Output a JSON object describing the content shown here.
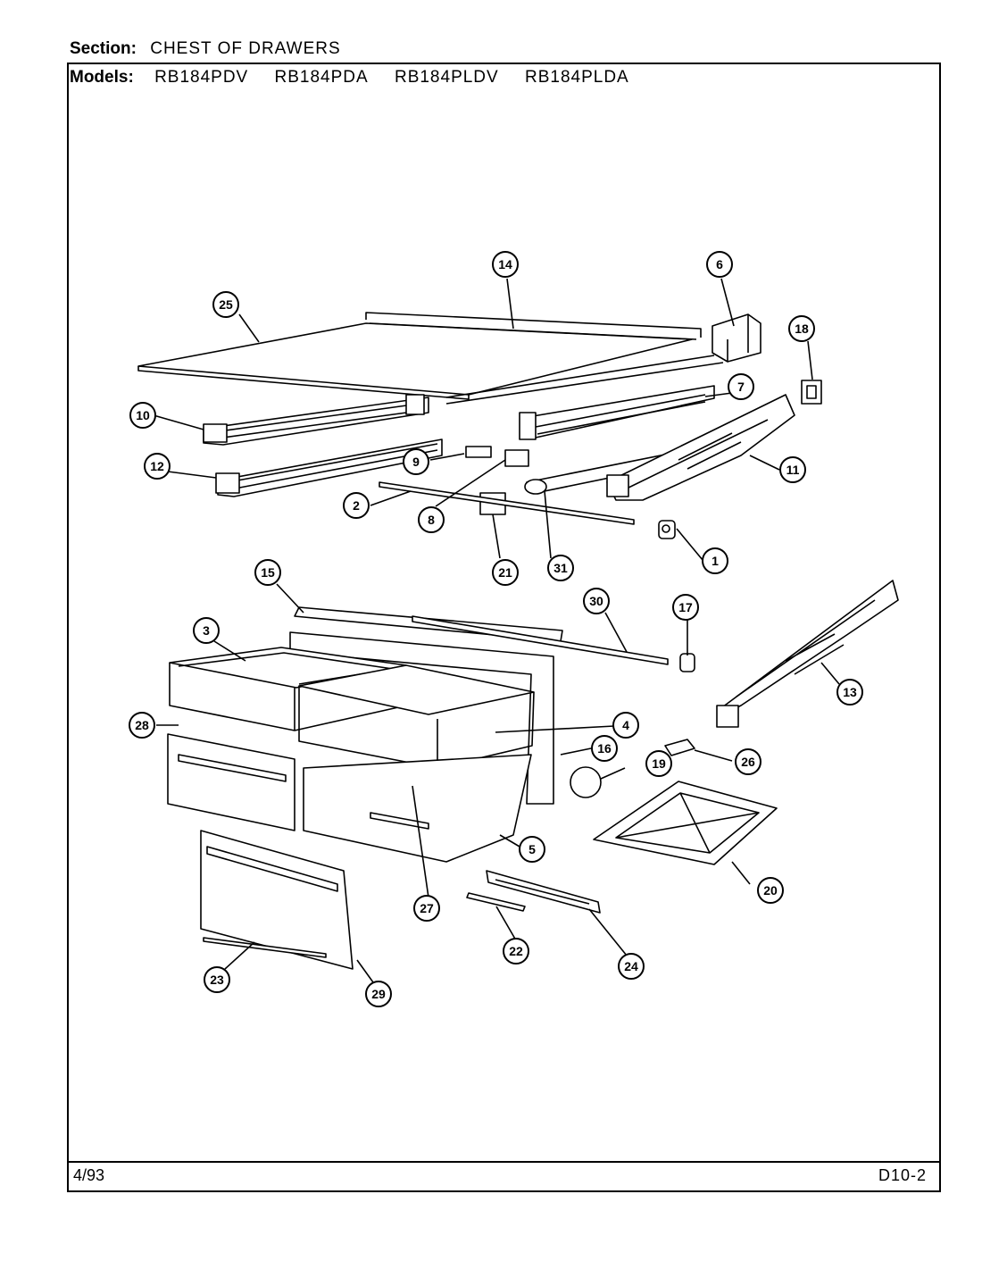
{
  "header": {
    "section_label": "Section:",
    "section_value": "CHEST OF DRAWERS",
    "models_label": "Models:",
    "models": [
      "RB184PDV",
      "RB184PDA",
      "RB184PLDV",
      "RB184PLDA"
    ]
  },
  "footer": {
    "date": "4/93",
    "page_code": "D10-2"
  },
  "callouts": [
    "14",
    "6",
    "25",
    "18",
    "10",
    "7",
    "12",
    "9",
    "11",
    "2",
    "8",
    "21",
    "31",
    "1",
    "15",
    "30",
    "17",
    "3",
    "13",
    "28",
    "4",
    "26",
    "16",
    "19",
    "5",
    "20",
    "27",
    "22",
    "24",
    "23",
    "29"
  ]
}
